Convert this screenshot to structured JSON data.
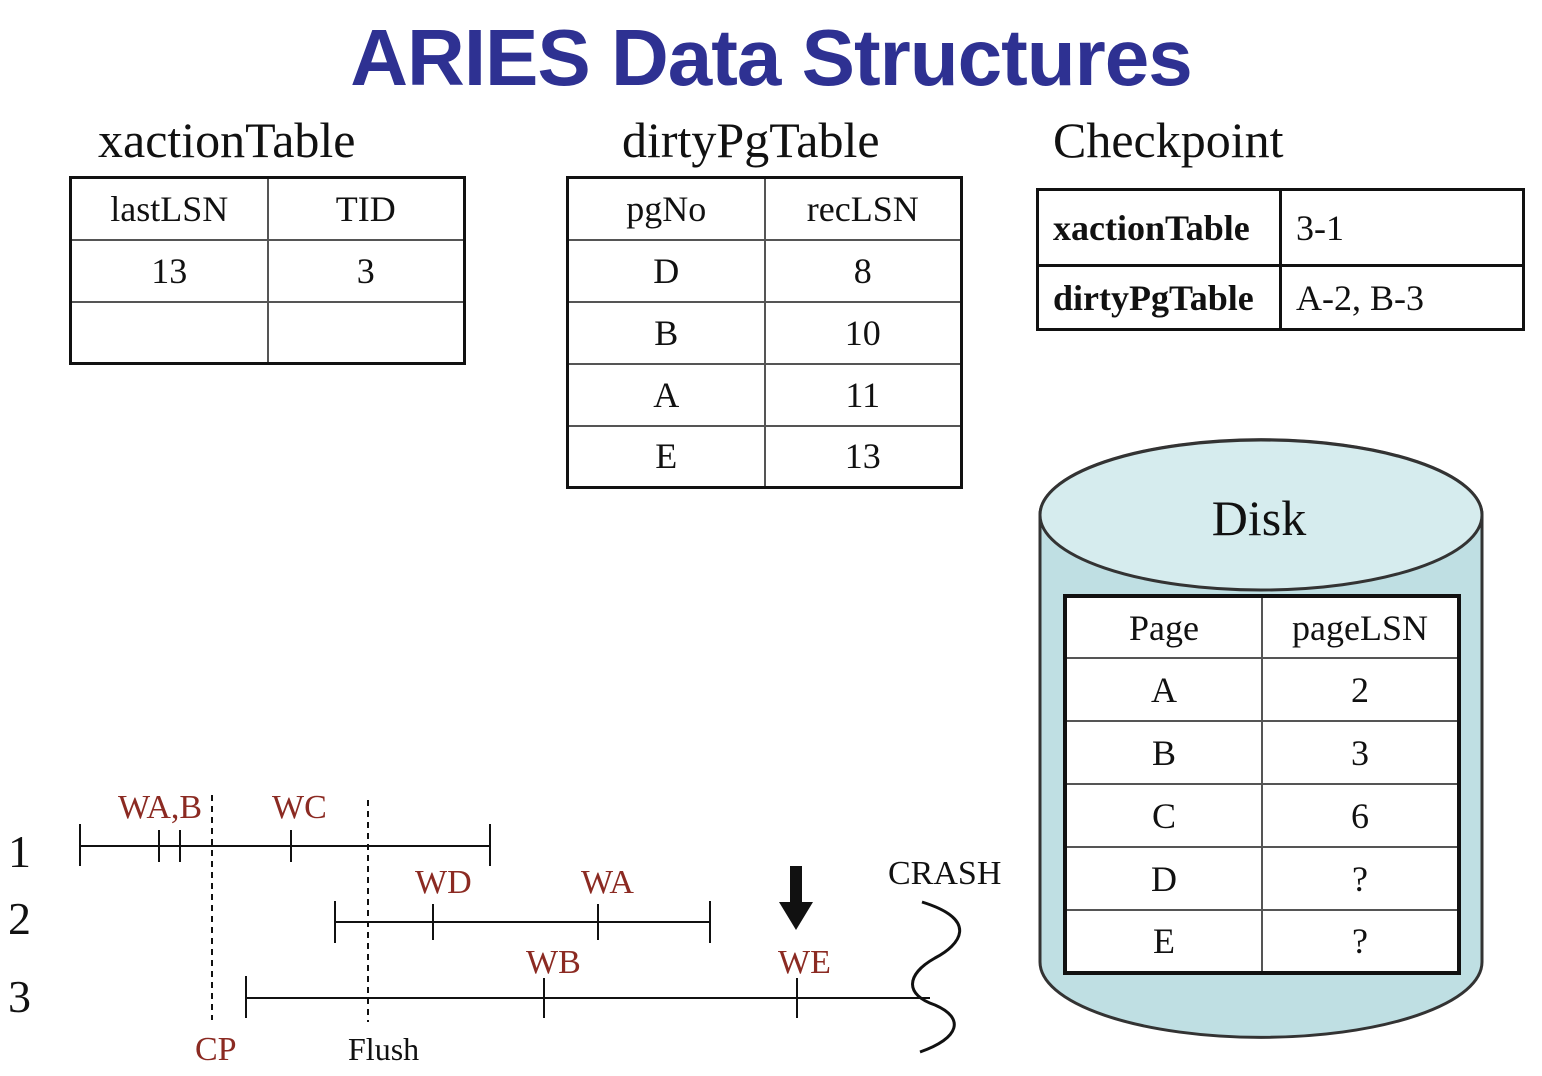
{
  "title": "ARIES Data Structures",
  "xaction_table": {
    "title": "xactionTable",
    "headers": [
      "lastLSN",
      "TID"
    ],
    "rows": [
      [
        "13",
        "3"
      ],
      [
        "",
        ""
      ]
    ]
  },
  "dirty_pg_table": {
    "title": "dirtyPgTable",
    "headers": [
      "pgNo",
      "recLSN"
    ],
    "rows": [
      [
        "D",
        "8"
      ],
      [
        "B",
        "10"
      ],
      [
        "A",
        "11"
      ],
      [
        "E",
        "13"
      ]
    ]
  },
  "checkpoint": {
    "title": "Checkpoint",
    "rows": [
      [
        "xactionTable",
        "3-1"
      ],
      [
        "dirtyPgTable",
        "A-2, B-3"
      ]
    ]
  },
  "disk": {
    "label": "Disk",
    "headers": [
      "Page",
      "pageLSN"
    ],
    "rows": [
      [
        "A",
        "2"
      ],
      [
        "B",
        "3"
      ],
      [
        "C",
        "6"
      ],
      [
        "D",
        "?"
      ],
      [
        "E",
        "?"
      ]
    ]
  },
  "timeline": {
    "row_labels": [
      "1",
      "2",
      "3"
    ],
    "events": {
      "wab": "WA,B",
      "wc": "WC",
      "wd": "WD",
      "wa": "WA",
      "wb": "WB",
      "we": "WE"
    },
    "cp_label": "CP",
    "flush_label": "Flush",
    "crash_label": "CRASH"
  },
  "colors": {
    "title": "#2e3192",
    "event_label": "#8b2a22",
    "disk_fill": "#bfdfe3",
    "disk_top": "#d6ecee"
  }
}
